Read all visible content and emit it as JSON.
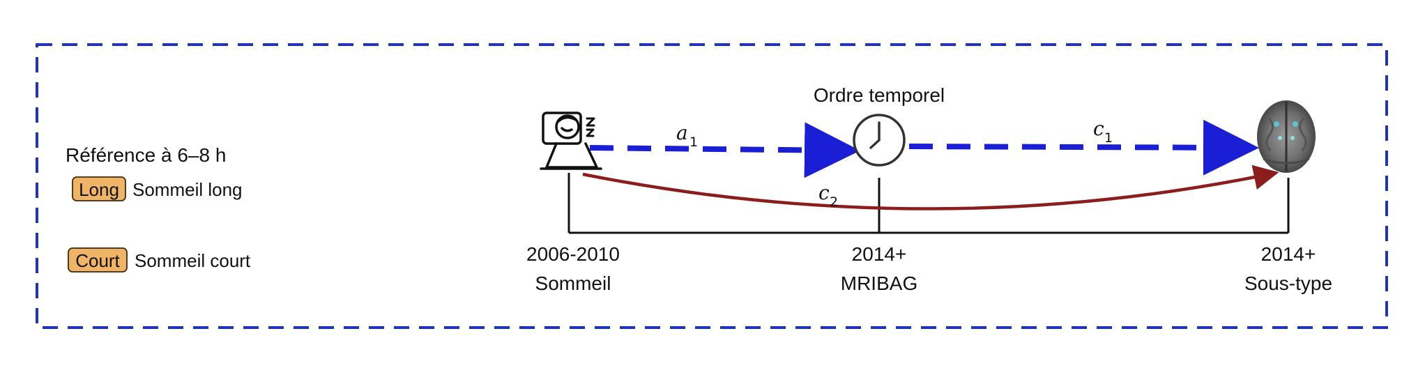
{
  "legend": {
    "reference": "Référence à 6–8 h",
    "items": [
      {
        "badge": "Long",
        "label": "Sommeil long"
      },
      {
        "badge": "Court",
        "label": "Sommeil court"
      }
    ]
  },
  "timeline": {
    "order_label": "Ordre temporel",
    "points": [
      {
        "year": "2006-2010",
        "name": "Sommeil"
      },
      {
        "year": "2014+",
        "name": "MRIBAG"
      },
      {
        "year": "2014+",
        "name": "Sous-type"
      }
    ]
  },
  "paths": {
    "a1": {
      "letter": "a",
      "sub": "1"
    },
    "c1": {
      "letter": "c",
      "sub": "1"
    },
    "c2": {
      "letter": "c",
      "sub": "2"
    }
  },
  "icons": {
    "sleep": "sleeping-person-icon",
    "clock": "clock-icon",
    "brain": "brain-mri-icon"
  },
  "colors": {
    "frame": "#2233bb",
    "mediation_arrow": "#1a1fd6",
    "direct_arrow": "#8b1d1d",
    "badge": "#f0b466"
  }
}
